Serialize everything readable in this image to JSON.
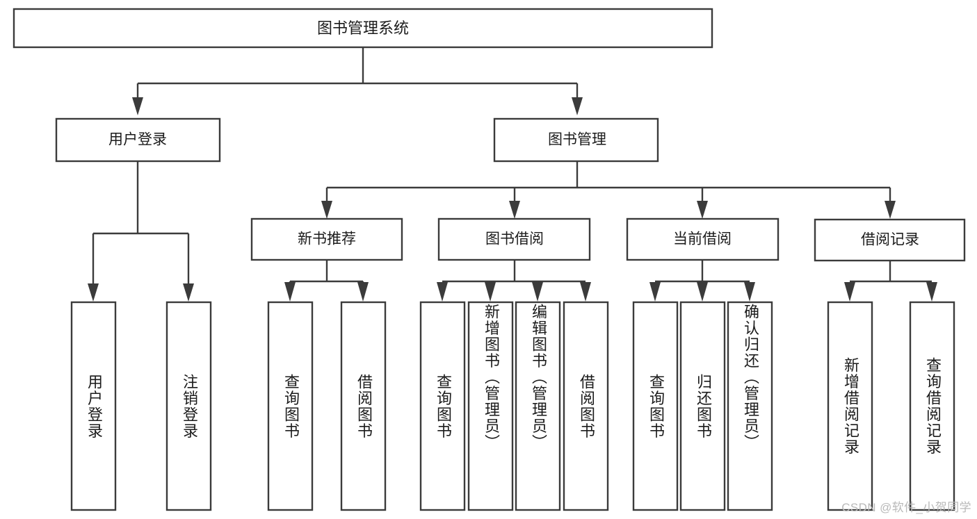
{
  "diagram": {
    "title": "图书管理系统",
    "type": "tree-hierarchy",
    "colors": {
      "stroke": "#3b3b3b",
      "box_fill": "#ffffff",
      "text": "#1b1b1b",
      "background": "#ffffff",
      "watermark": "#b9b9b9"
    },
    "root": {
      "label": "图书管理系统"
    },
    "level2": [
      {
        "label": "用户登录"
      },
      {
        "label": "图书管理"
      }
    ],
    "level3": [
      {
        "label": "新书推荐"
      },
      {
        "label": "图书借阅"
      },
      {
        "label": "当前借阅"
      },
      {
        "label": "借阅记录"
      }
    ],
    "leaves": {
      "user_login": [
        {
          "label": "用户登录"
        },
        {
          "label": "注销登录"
        }
      ],
      "new_book_recommend": [
        {
          "label": "查询图书"
        },
        {
          "label": "借阅图书"
        }
      ],
      "book_borrow": [
        {
          "label": "查询图书"
        },
        {
          "label": "新增图书（管理员）"
        },
        {
          "label": "编辑图书（管理员）"
        },
        {
          "label": "借阅图书"
        }
      ],
      "current_borrow": [
        {
          "label": "查询图书"
        },
        {
          "label": "归还图书"
        },
        {
          "label": "确认归还（管理员）"
        }
      ],
      "borrow_record": [
        {
          "label": "新增借阅记录"
        },
        {
          "label": "查询借阅记录"
        }
      ]
    }
  },
  "watermark": {
    "text": "CSDN @软件_小贺同学"
  }
}
